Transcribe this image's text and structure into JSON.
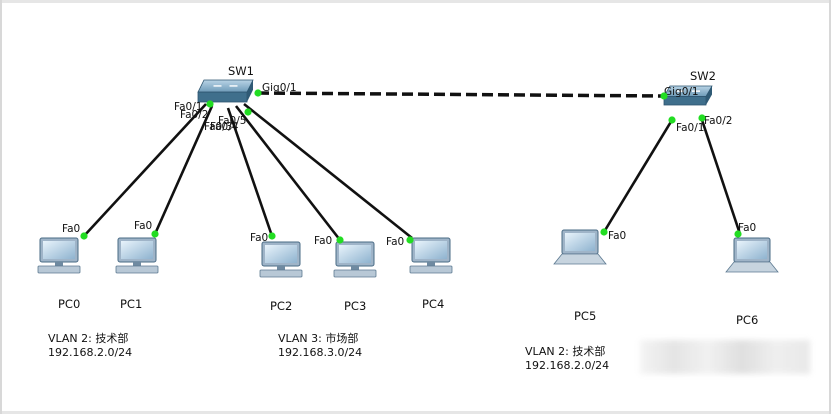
{
  "switches": [
    {
      "id": "sw1",
      "name": "SW1",
      "uplink_port": "Gig0/1",
      "ports": [
        "Fa0/1",
        "Fa0/2",
        "Fa0/3",
        "Fa0/4",
        "Fa0/5"
      ]
    },
    {
      "id": "sw2",
      "name": "SW2",
      "uplink_port": "Gig0/1",
      "ports": [
        "Fa0/1",
        "Fa0/2"
      ]
    }
  ],
  "pcs": [
    {
      "id": "pc0",
      "name": "PC0",
      "type": "desktop",
      "port": "Fa0"
    },
    {
      "id": "pc1",
      "name": "PC1",
      "type": "desktop",
      "port": "Fa0"
    },
    {
      "id": "pc2",
      "name": "PC2",
      "type": "desktop",
      "port": "Fa0"
    },
    {
      "id": "pc3",
      "name": "PC3",
      "type": "desktop",
      "port": "Fa0"
    },
    {
      "id": "pc4",
      "name": "PC4",
      "type": "desktop",
      "port": "Fa0"
    },
    {
      "id": "pc5",
      "name": "PC5",
      "type": "laptop",
      "port": "Fa0"
    },
    {
      "id": "pc6",
      "name": "PC6",
      "type": "laptop",
      "port": "Fa0"
    }
  ],
  "vlan_labels": [
    {
      "line1": "VLAN 2: 技术部",
      "line2": "192.168.2.0/24"
    },
    {
      "line1": "VLAN 3: 市场部",
      "line2": "192.168.3.0/24"
    },
    {
      "line1": "VLAN 2: 技术部",
      "line2": "192.168.2.0/24"
    }
  ],
  "colors": {
    "link": "#111111",
    "port_dot": "#22dd22",
    "switch_top": "#7aa7c4",
    "switch_side": "#3f6f8c",
    "pc_body": "#9fb4c8"
  }
}
